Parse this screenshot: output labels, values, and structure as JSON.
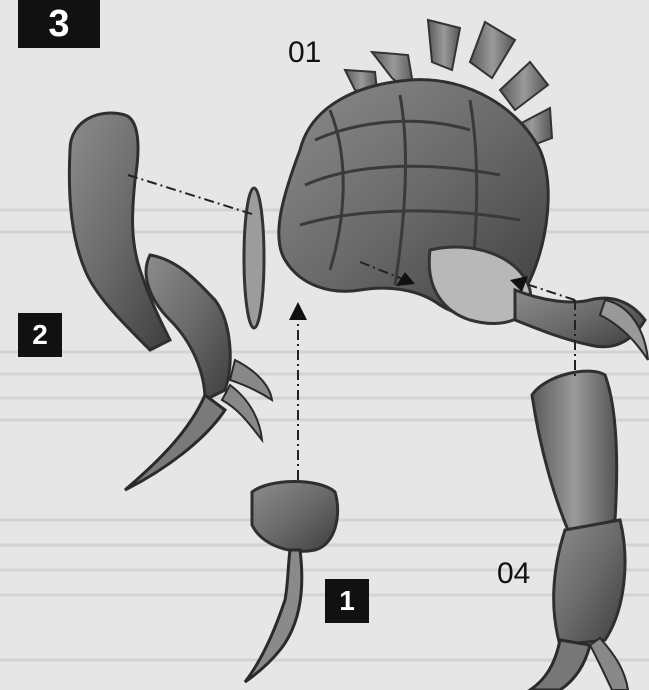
{
  "step_number": "3",
  "callouts": {
    "part_1": "1",
    "part_2": "2"
  },
  "part_codes": {
    "top_body": "01",
    "right_arm": "04"
  }
}
